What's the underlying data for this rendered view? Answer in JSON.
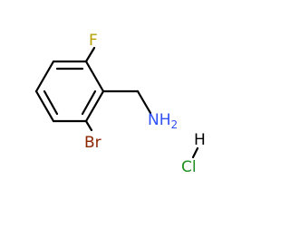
{
  "molecule": {
    "atoms": {
      "fluorine": "F",
      "bromine": "Br",
      "amine": "NH",
      "amine_subscript": "2",
      "hydrogen": "H",
      "chlorine": "Cl"
    },
    "colors": {
      "bond": "#000000",
      "fluorine": "#b8a000",
      "bromine": "#8b2500",
      "nitrogen": "#3050f8",
      "chlorine": "#1f8f1f",
      "hydrogen": "#000000"
    }
  }
}
